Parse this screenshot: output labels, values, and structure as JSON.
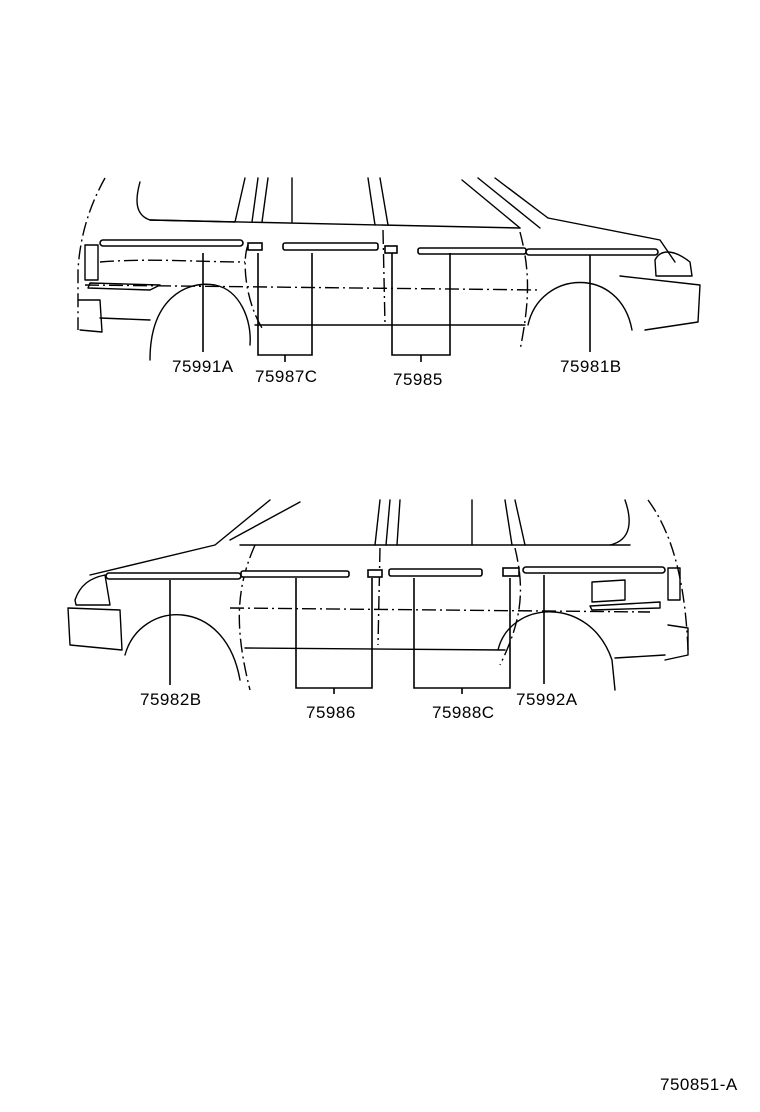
{
  "upper_view": {
    "labels": [
      "75991A",
      "75987C",
      "75985",
      "75981B"
    ]
  },
  "lower_view": {
    "labels": [
      "75982B",
      "75986",
      "75988C",
      "75992A"
    ]
  },
  "illustration_number": "750851-A"
}
